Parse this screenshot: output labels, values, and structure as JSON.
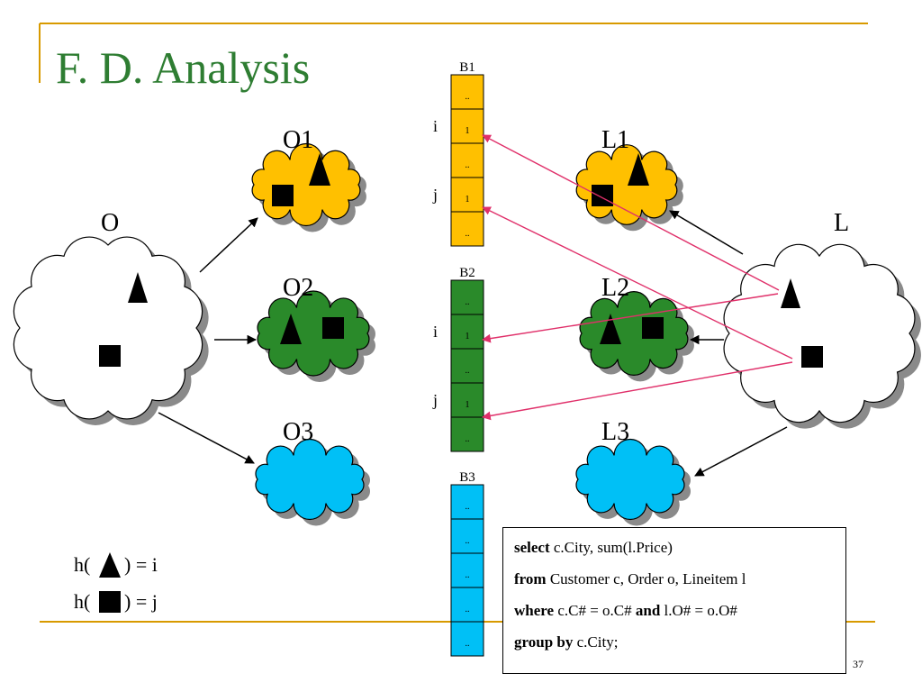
{
  "slide": {
    "title": "F. D. Analysis",
    "page_number": "37",
    "colors": {
      "accent_rule": "#d89a00",
      "title_green": "#2e7d32",
      "arrow_pink": "#e0306a"
    }
  },
  "clouds": {
    "O": "O",
    "O1": "O1",
    "O2": "O2",
    "O3": "O3",
    "L": "L",
    "L1": "L1",
    "L2": "L2",
    "L3": "L3",
    "colors": {
      "yellow": "#ffc000",
      "green": "#2a8a2a",
      "cyan": "#00c0f6",
      "white": "#ffffff"
    }
  },
  "buckets": {
    "b1": {
      "label": "B1",
      "cells": [
        "..",
        "1",
        "..",
        "1",
        ".."
      ],
      "row_labels": [
        "",
        "i",
        "",
        "j",
        ""
      ]
    },
    "b2": {
      "label": "B2",
      "cells": [
        "..",
        "1",
        "..",
        "1",
        ".."
      ],
      "row_labels": [
        "",
        "i",
        "",
        "j",
        ""
      ]
    },
    "b3": {
      "label": "B3",
      "cells": [
        "..",
        "..",
        "..",
        "..",
        ".."
      ],
      "row_labels": [
        "",
        "",
        "",
        "",
        ""
      ]
    }
  },
  "hash": {
    "h_open": "h(",
    "triangle_result": ") = i",
    "square_result": ") = j"
  },
  "sql": {
    "select_kw": "select",
    "select_rest": " c.City, sum(l.Price)",
    "from_kw": "from",
    "from_rest": " Customer c, Order o, Lineitem l",
    "where_kw": "where",
    "where_mid": " c.C# = o.C# ",
    "and_kw": "and",
    "where_rest": " l.O# = o.O#",
    "group_kw": "group by",
    "group_rest": " c.City;"
  }
}
